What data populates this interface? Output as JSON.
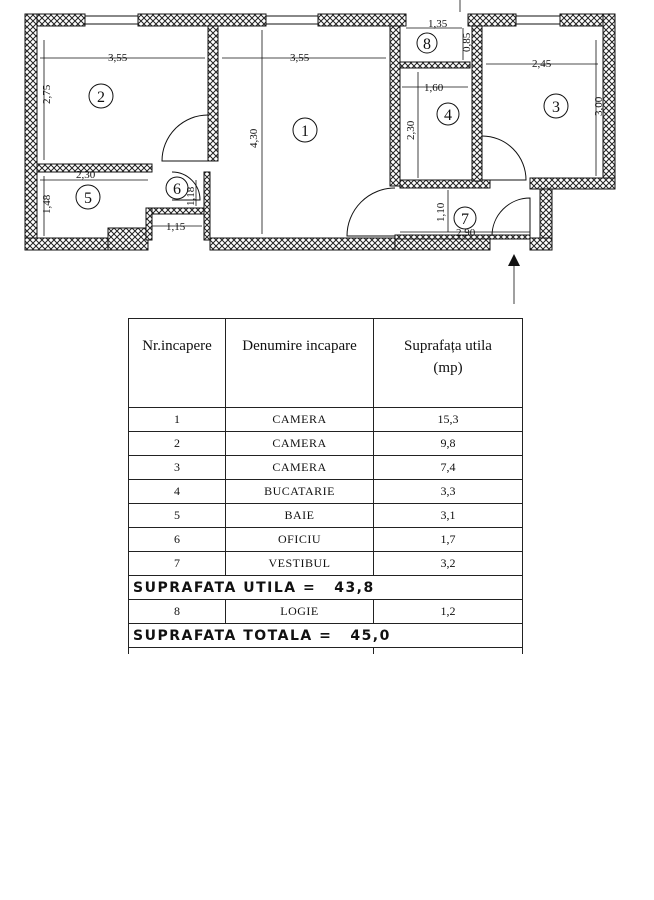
{
  "plan": {
    "rooms": [
      {
        "num": "1"
      },
      {
        "num": "2"
      },
      {
        "num": "3"
      },
      {
        "num": "4"
      },
      {
        "num": "5"
      },
      {
        "num": "6"
      },
      {
        "num": "7"
      },
      {
        "num": "8"
      }
    ],
    "dims": {
      "r2_w": "3,55",
      "r2_h": "2,75",
      "r1_w": "3,55",
      "r1_h": "4,30",
      "r3_w": "2,45",
      "r3_h": "3,00",
      "r4_w": "1,60",
      "r4_h": "2,30",
      "r8_w": "1,35",
      "r8_h": "0,85",
      "r5_w": "2,30",
      "r5_h": "1,48",
      "r6_w": "1,15",
      "r6_h": "1,18",
      "r7_w": "2,90",
      "r7_h": "1,10"
    }
  },
  "table": {
    "headers": [
      "Nr.incapere",
      "Denumire incapare",
      "Suprafața utila",
      "(mp)"
    ],
    "rows": [
      {
        "nr": "1",
        "name": "CAMERA",
        "area": "15,3"
      },
      {
        "nr": "2",
        "name": "CAMERA",
        "area": "9,8"
      },
      {
        "nr": "3",
        "name": "CAMERA",
        "area": "7,4"
      },
      {
        "nr": "4",
        "name": "BUCATARIE",
        "area": "3,3"
      },
      {
        "nr": "5",
        "name": "BAIE",
        "area": "3,1"
      },
      {
        "nr": "6",
        "name": "OFICIU",
        "area": "1,7"
      },
      {
        "nr": "7",
        "name": "VESTIBUL",
        "area": "3,2"
      }
    ],
    "util_label": "SUPRAFATA UTILA =",
    "util_value": "43,8",
    "extra_row": {
      "nr": "8",
      "name": "LOGIE",
      "area": "1,2"
    },
    "total_label": "SUPRAFATA TOTALA =",
    "total_value": "45,0"
  }
}
